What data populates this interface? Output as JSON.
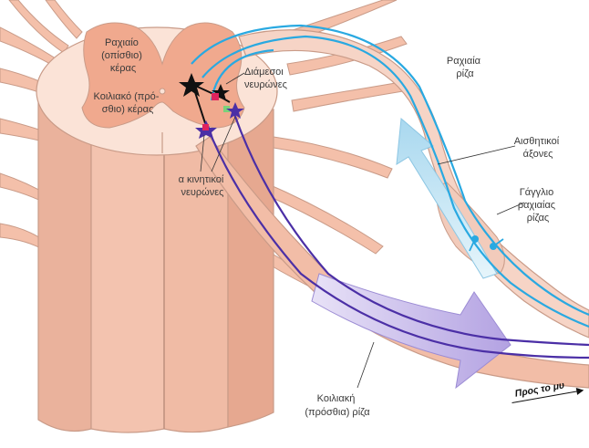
{
  "labels": {
    "dorsal_horn": [
      "Ραχιαίο",
      "(οπίσθιο)",
      "κέρας"
    ],
    "ventral_horn": [
      "Κοιλιακό (πρό-",
      "σθιο) κέρας"
    ],
    "interneurons": [
      "Διάμεσοι",
      "νευρώνες"
    ],
    "alpha_motor": [
      "α κινητικοί",
      "νευρώνες"
    ],
    "dorsal_root": [
      "Ραχιαία",
      "ρίζα"
    ],
    "sensory_axons": [
      "Αισθητικοί",
      "άξονες"
    ],
    "ganglion": [
      "Γάγγλιο",
      "ραχιαίας",
      "ρίζας"
    ],
    "to_muscle": "Προς το μυ",
    "ventral_root": [
      "Κοιλιακή",
      "(πρόσθια) ρίζα"
    ]
  },
  "colors": {
    "cord_fill": "#f4c2ad",
    "cord_stroke": "#c99b88",
    "grey_matter": "#f0a98e",
    "white_matter": "#fbe3d7",
    "nerve_fill": "#f6c5b0",
    "sensory_line": "#29a9e1",
    "motor_line": "#4b2fa6",
    "interneuron": "#111111",
    "afferent_arrow": "#bfe3f3",
    "efferent_arrow": "#c9bcea"
  }
}
